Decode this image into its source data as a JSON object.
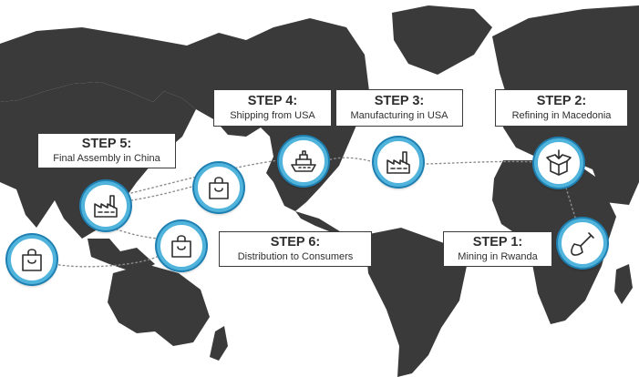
{
  "colors": {
    "land": "#3a3a3a",
    "ocean": "#ffffff",
    "node_ring": "#4fb3dc",
    "node_ring_outer": "#1e7fb1",
    "route": "#8c8c8c"
  },
  "steps": [
    {
      "step": "STEP 1:",
      "desc": "Mining in Rwanda",
      "icon": "shovel-icon"
    },
    {
      "step": "STEP 2:",
      "desc": "Refining in Macedonia",
      "icon": "open-box-icon"
    },
    {
      "step": "STEP 3:",
      "desc": "Manufacturing in USA",
      "icon": "factory-icon"
    },
    {
      "step": "STEP 4:",
      "desc": "Shipping from USA",
      "icon": "ship-icon"
    },
    {
      "step": "STEP 5:",
      "desc": "Final Assembly in China",
      "icon": "factory-icon"
    },
    {
      "step": "STEP 6:",
      "desc": "Distribution to Consumers",
      "icon": "shopping-bag-icon"
    }
  ]
}
